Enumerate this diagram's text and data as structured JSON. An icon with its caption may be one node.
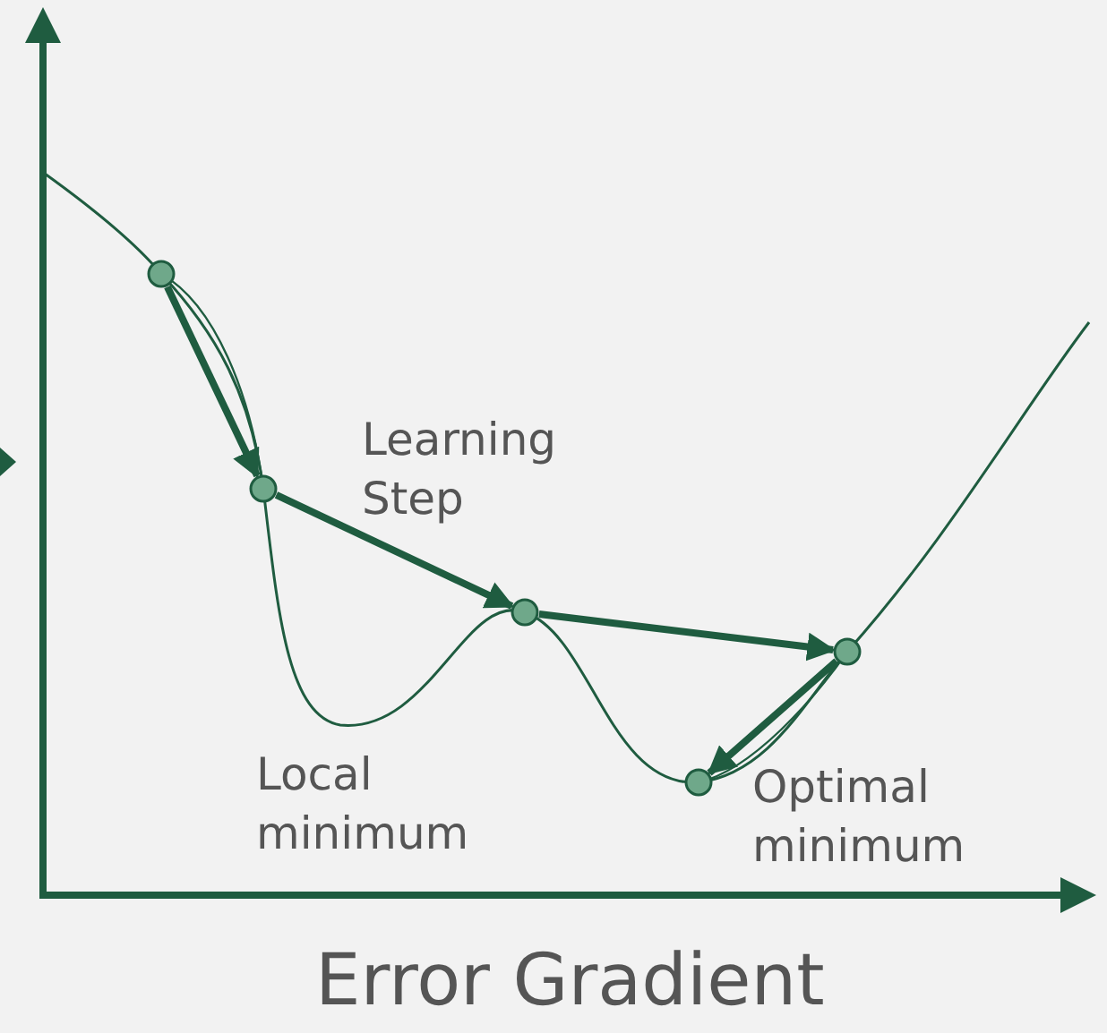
{
  "diagram": {
    "nodes": [
      {
        "text": [],
        "shape": "circle"
      },
      {
        "text": [],
        "shape": "circle"
      },
      {
        "text": [],
        "shape": "circle"
      },
      {
        "text": [],
        "shape": "circle"
      },
      {
        "text": [],
        "shape": "circle"
      }
    ],
    "edges": [
      {
        "from": 0,
        "to": 1,
        "arrow": "to"
      },
      {
        "from": 1,
        "to": 2,
        "arrow": "to"
      },
      {
        "from": 2,
        "to": 3,
        "arrow": "to"
      },
      {
        "from": 3,
        "to": 4,
        "arrow": "to"
      }
    ],
    "labels": [
      "Learning Step",
      "Local minimum",
      "Optimal minimum",
      "Error Gradient"
    ]
  }
}
